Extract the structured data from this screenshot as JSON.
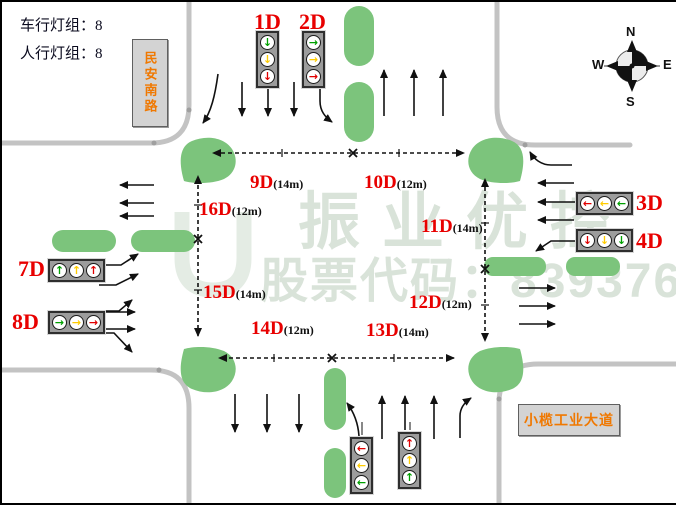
{
  "header": {
    "vehicle_label": "车行灯组：",
    "vehicle_count": "8",
    "pedestrian_label": "人行灯组：",
    "pedestrian_count": "8"
  },
  "roads": {
    "north": "民安南路",
    "east": "小榄工业大道"
  },
  "compass": {
    "n": "N",
    "s": "S",
    "e": "E",
    "w": "W"
  },
  "watermark": {
    "line1": "振业优控",
    "line2": "股票代码：839376"
  },
  "signals": {
    "d1": {
      "label": "1D",
      "cells": [
        "↓",
        "↓",
        "↓"
      ]
    },
    "d2": {
      "label": "2D",
      "cells": [
        "→",
        "→",
        "→"
      ]
    },
    "d3": {
      "label": "3D",
      "cells": [
        "←",
        "←",
        "←"
      ]
    },
    "d4": {
      "label": "4D",
      "cells": [
        "↓",
        "↓",
        "↓"
      ]
    },
    "d7": {
      "label": "7D",
      "cells": [
        "↑",
        "↑",
        "↑"
      ]
    },
    "d8": {
      "label": "8D",
      "cells": [
        "→",
        "→",
        "→"
      ]
    },
    "south_left": {
      "cells": [
        "←",
        "←",
        "←"
      ]
    },
    "south_straight": {
      "cells": [
        "↑",
        "↑",
        "↑"
      ]
    }
  },
  "crossings": {
    "c9": {
      "id": "9D",
      "len": "(14m)"
    },
    "c10": {
      "id": "10D",
      "len": "(12m)"
    },
    "c11": {
      "id": "11D",
      "len": "(14m)"
    },
    "c12": {
      "id": "12D",
      "len": "(12m)"
    },
    "c13": {
      "id": "13D",
      "len": "(14m)"
    },
    "c14": {
      "id": "14D",
      "len": "(12m)"
    },
    "c15": {
      "id": "15D",
      "len": "(14m)"
    },
    "c16": {
      "id": "16D",
      "len": "(12m)"
    }
  },
  "colors": {
    "island_green": "#7cc47c",
    "label_red": "#e80000",
    "road_name_orange": "#f07800",
    "lamp_green": "#00a000",
    "lamp_yellow": "#ffcc00",
    "lamp_red": "#e00000",
    "road_edge_gray": "#c3c3c3"
  }
}
